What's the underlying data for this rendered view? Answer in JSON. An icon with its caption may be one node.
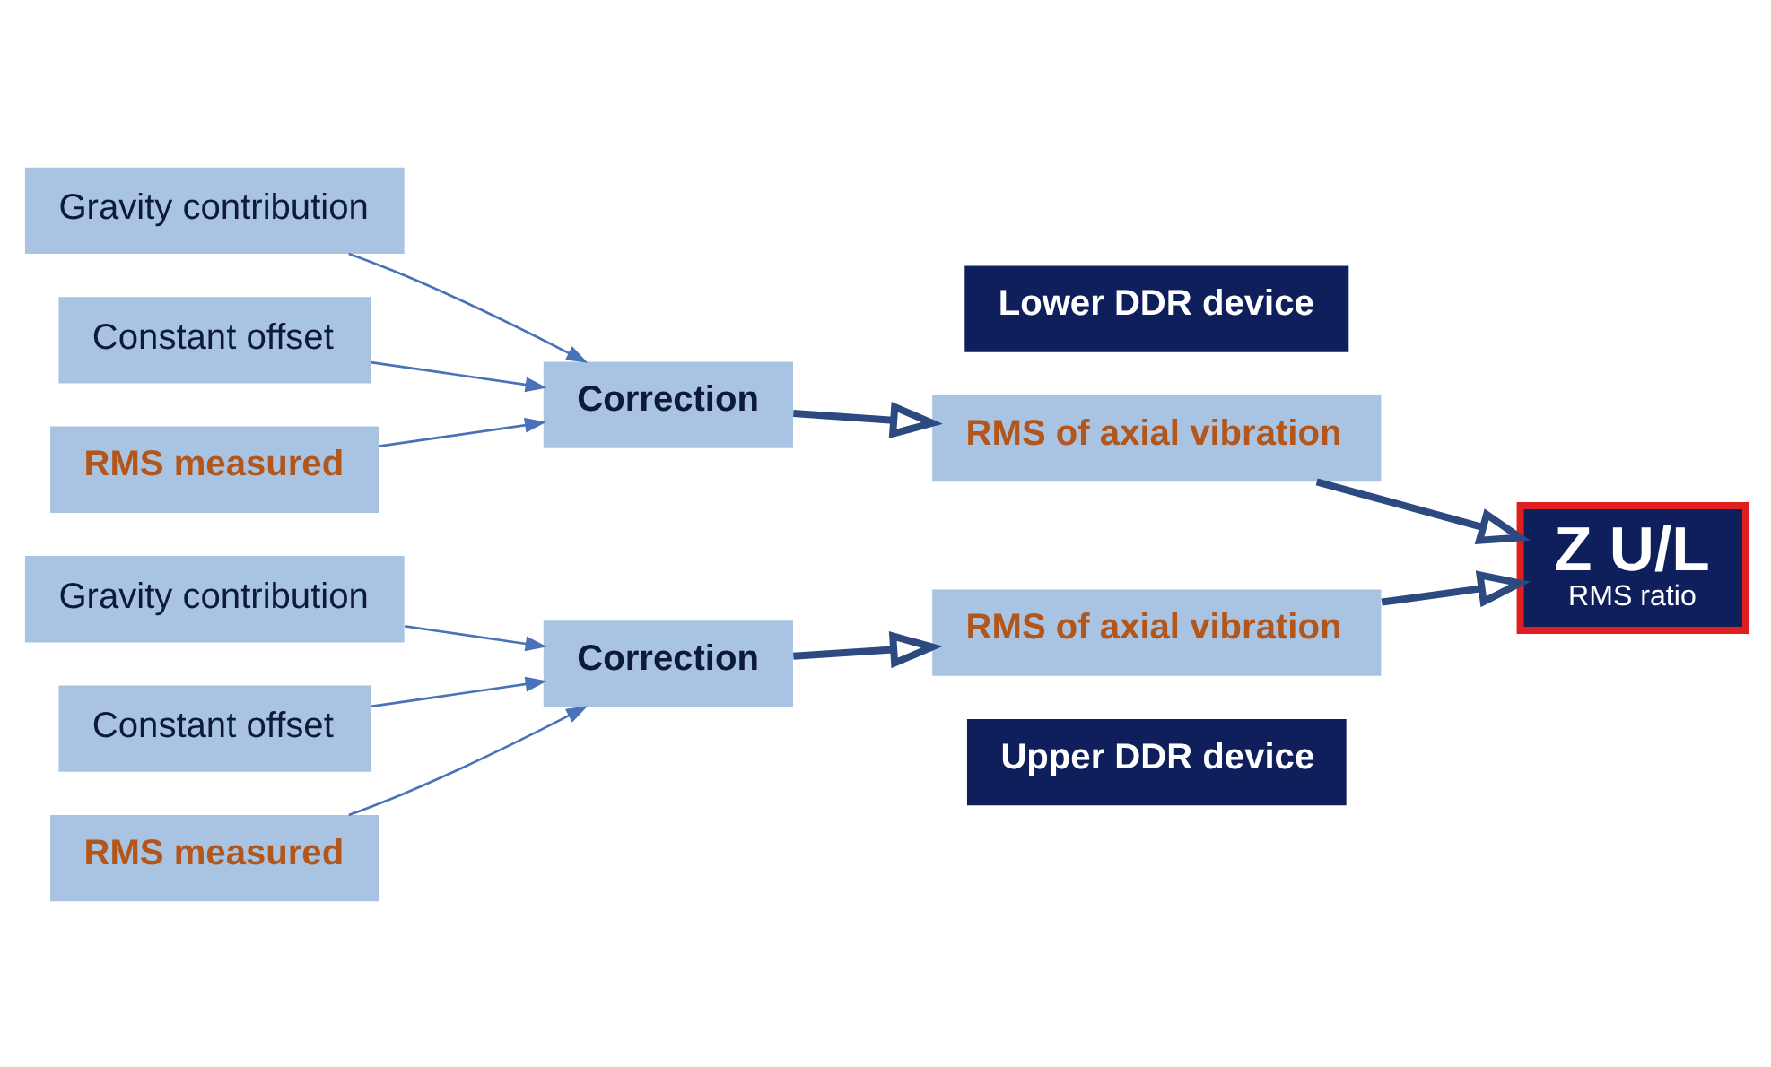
{
  "diagram": {
    "nodes": [
      {
        "text": [
          "Upper DDR device"
        ]
      },
      {
        "text": [
          "Gravity contribution"
        ]
      },
      {
        "text": [
          "Constant offset"
        ]
      },
      {
        "text": [
          "RMS measured"
        ]
      },
      {
        "text": [
          "Correction"
        ]
      },
      {
        "text": [
          "RMS of axial vibration"
        ]
      },
      {
        "text": [
          "Z U/L",
          "RMS ratio"
        ]
      },
      {
        "text": [
          "Gravity contribution"
        ]
      },
      {
        "text": [
          "Constant offset"
        ]
      },
      {
        "text": [
          "RMS measured"
        ]
      },
      {
        "text": [
          "Correction"
        ]
      },
      {
        "text": [
          "RMS of axial vibration"
        ]
      },
      {
        "text": [
          "Lower DDR device"
        ]
      }
    ],
    "edges": [
      {
        "from": 1,
        "to": 4,
        "arrow": "to"
      },
      {
        "from": 2,
        "to": 4,
        "arrow": "to"
      },
      {
        "from": 3,
        "to": 4,
        "arrow": "to"
      },
      {
        "from": 4,
        "to": 5,
        "arrow": "to",
        "style": "thick"
      },
      {
        "from": 5,
        "to": 6,
        "arrow": "to",
        "style": "thick"
      },
      {
        "from": 11,
        "to": 6,
        "arrow": "to",
        "style": "thick"
      },
      {
        "from": 7,
        "to": 10,
        "arrow": "to"
      },
      {
        "from": 8,
        "to": 10,
        "arrow": "to"
      },
      {
        "from": 9,
        "to": 10,
        "arrow": "to"
      },
      {
        "from": 10,
        "to": 11,
        "arrow": "to",
        "style": "thick"
      }
    ]
  }
}
